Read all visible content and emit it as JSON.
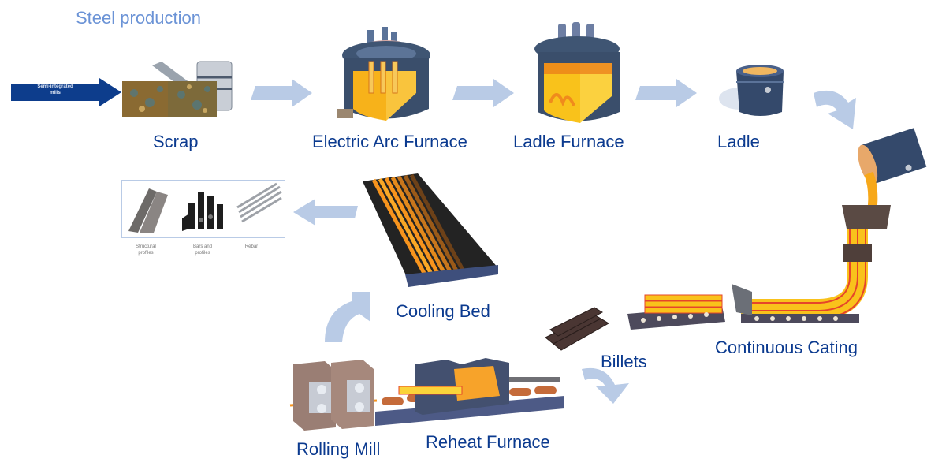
{
  "title": "Steel production",
  "start": {
    "line1": "Semi-integrated",
    "line2": "mills"
  },
  "stages": {
    "scrap": "Scrap",
    "eaf": "Electric Arc Furnace",
    "ladle_furnace": "Ladle Furnace",
    "ladle": "Ladle",
    "continuous_casting": "Continuous Cating",
    "billets": "Billets",
    "reheat_furnace": "Reheat Furnace",
    "rolling_mill": "Rolling Mill",
    "cooling_bed": "Cooling Bed"
  },
  "products": [
    {
      "line1": "Structural",
      "line2": "profiles"
    },
    {
      "line1": "Bars and",
      "line2": "profiles"
    },
    {
      "line1": "Rebar",
      "line2": ""
    }
  ],
  "colors": {
    "title": "#6b93d6",
    "label": "#0b3a8f",
    "flow_arrow": "#b9cbe6",
    "start_arrow": "#0d3d8c",
    "molten": "#f7b21a"
  }
}
